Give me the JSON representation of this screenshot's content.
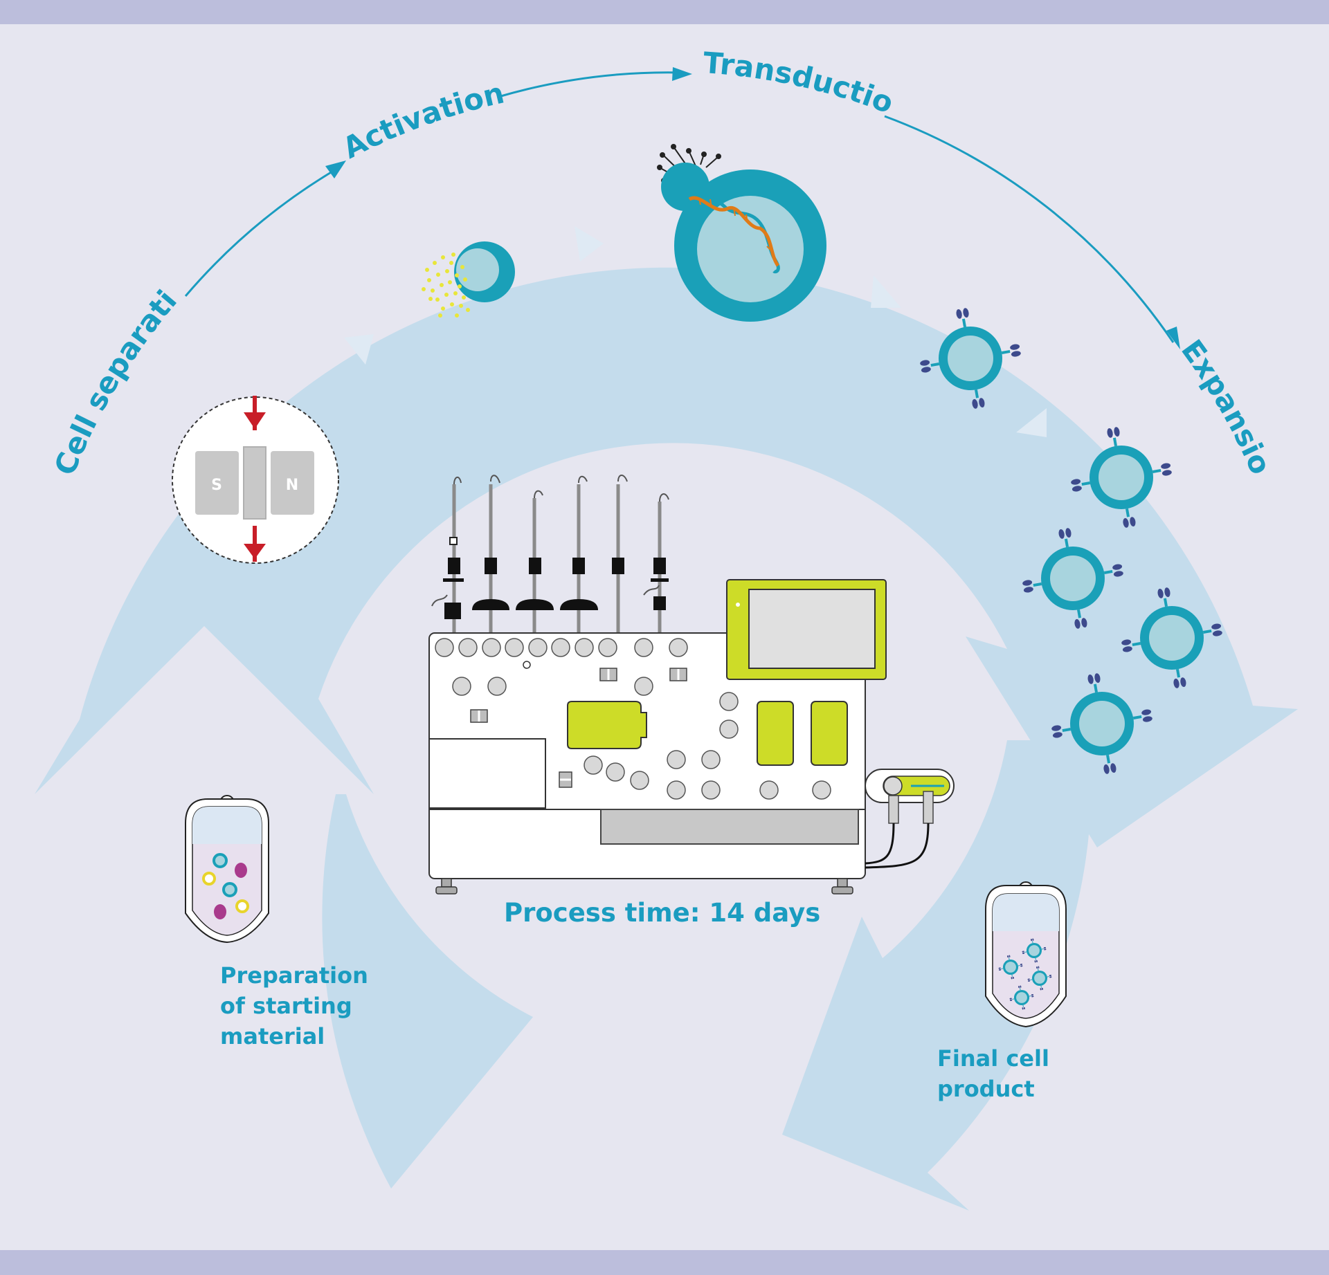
{
  "steps": [
    {
      "id": "cell-separation",
      "label": "Cell separation"
    },
    {
      "id": "activation",
      "label": "Activation"
    },
    {
      "id": "transduction",
      "label": "Transduction"
    },
    {
      "id": "expansion",
      "label": "Expansion"
    }
  ],
  "magnet": {
    "south": "S",
    "north": "N"
  },
  "captions": {
    "preparation": "Preparation of starting material",
    "final_product": "Final cell product",
    "process_time": "Process time: 14 days"
  },
  "colors": {
    "background": "#e6e6f0",
    "band": "#bcbedc",
    "cycle": "#c4dcec",
    "teal": "#1aa0b8",
    "label": "#1a9cc0",
    "accent_lime": "#cddc28",
    "magnet_arrow": "#c81e28",
    "dna": "#e07b18",
    "antibody": "#3d4a8c"
  }
}
